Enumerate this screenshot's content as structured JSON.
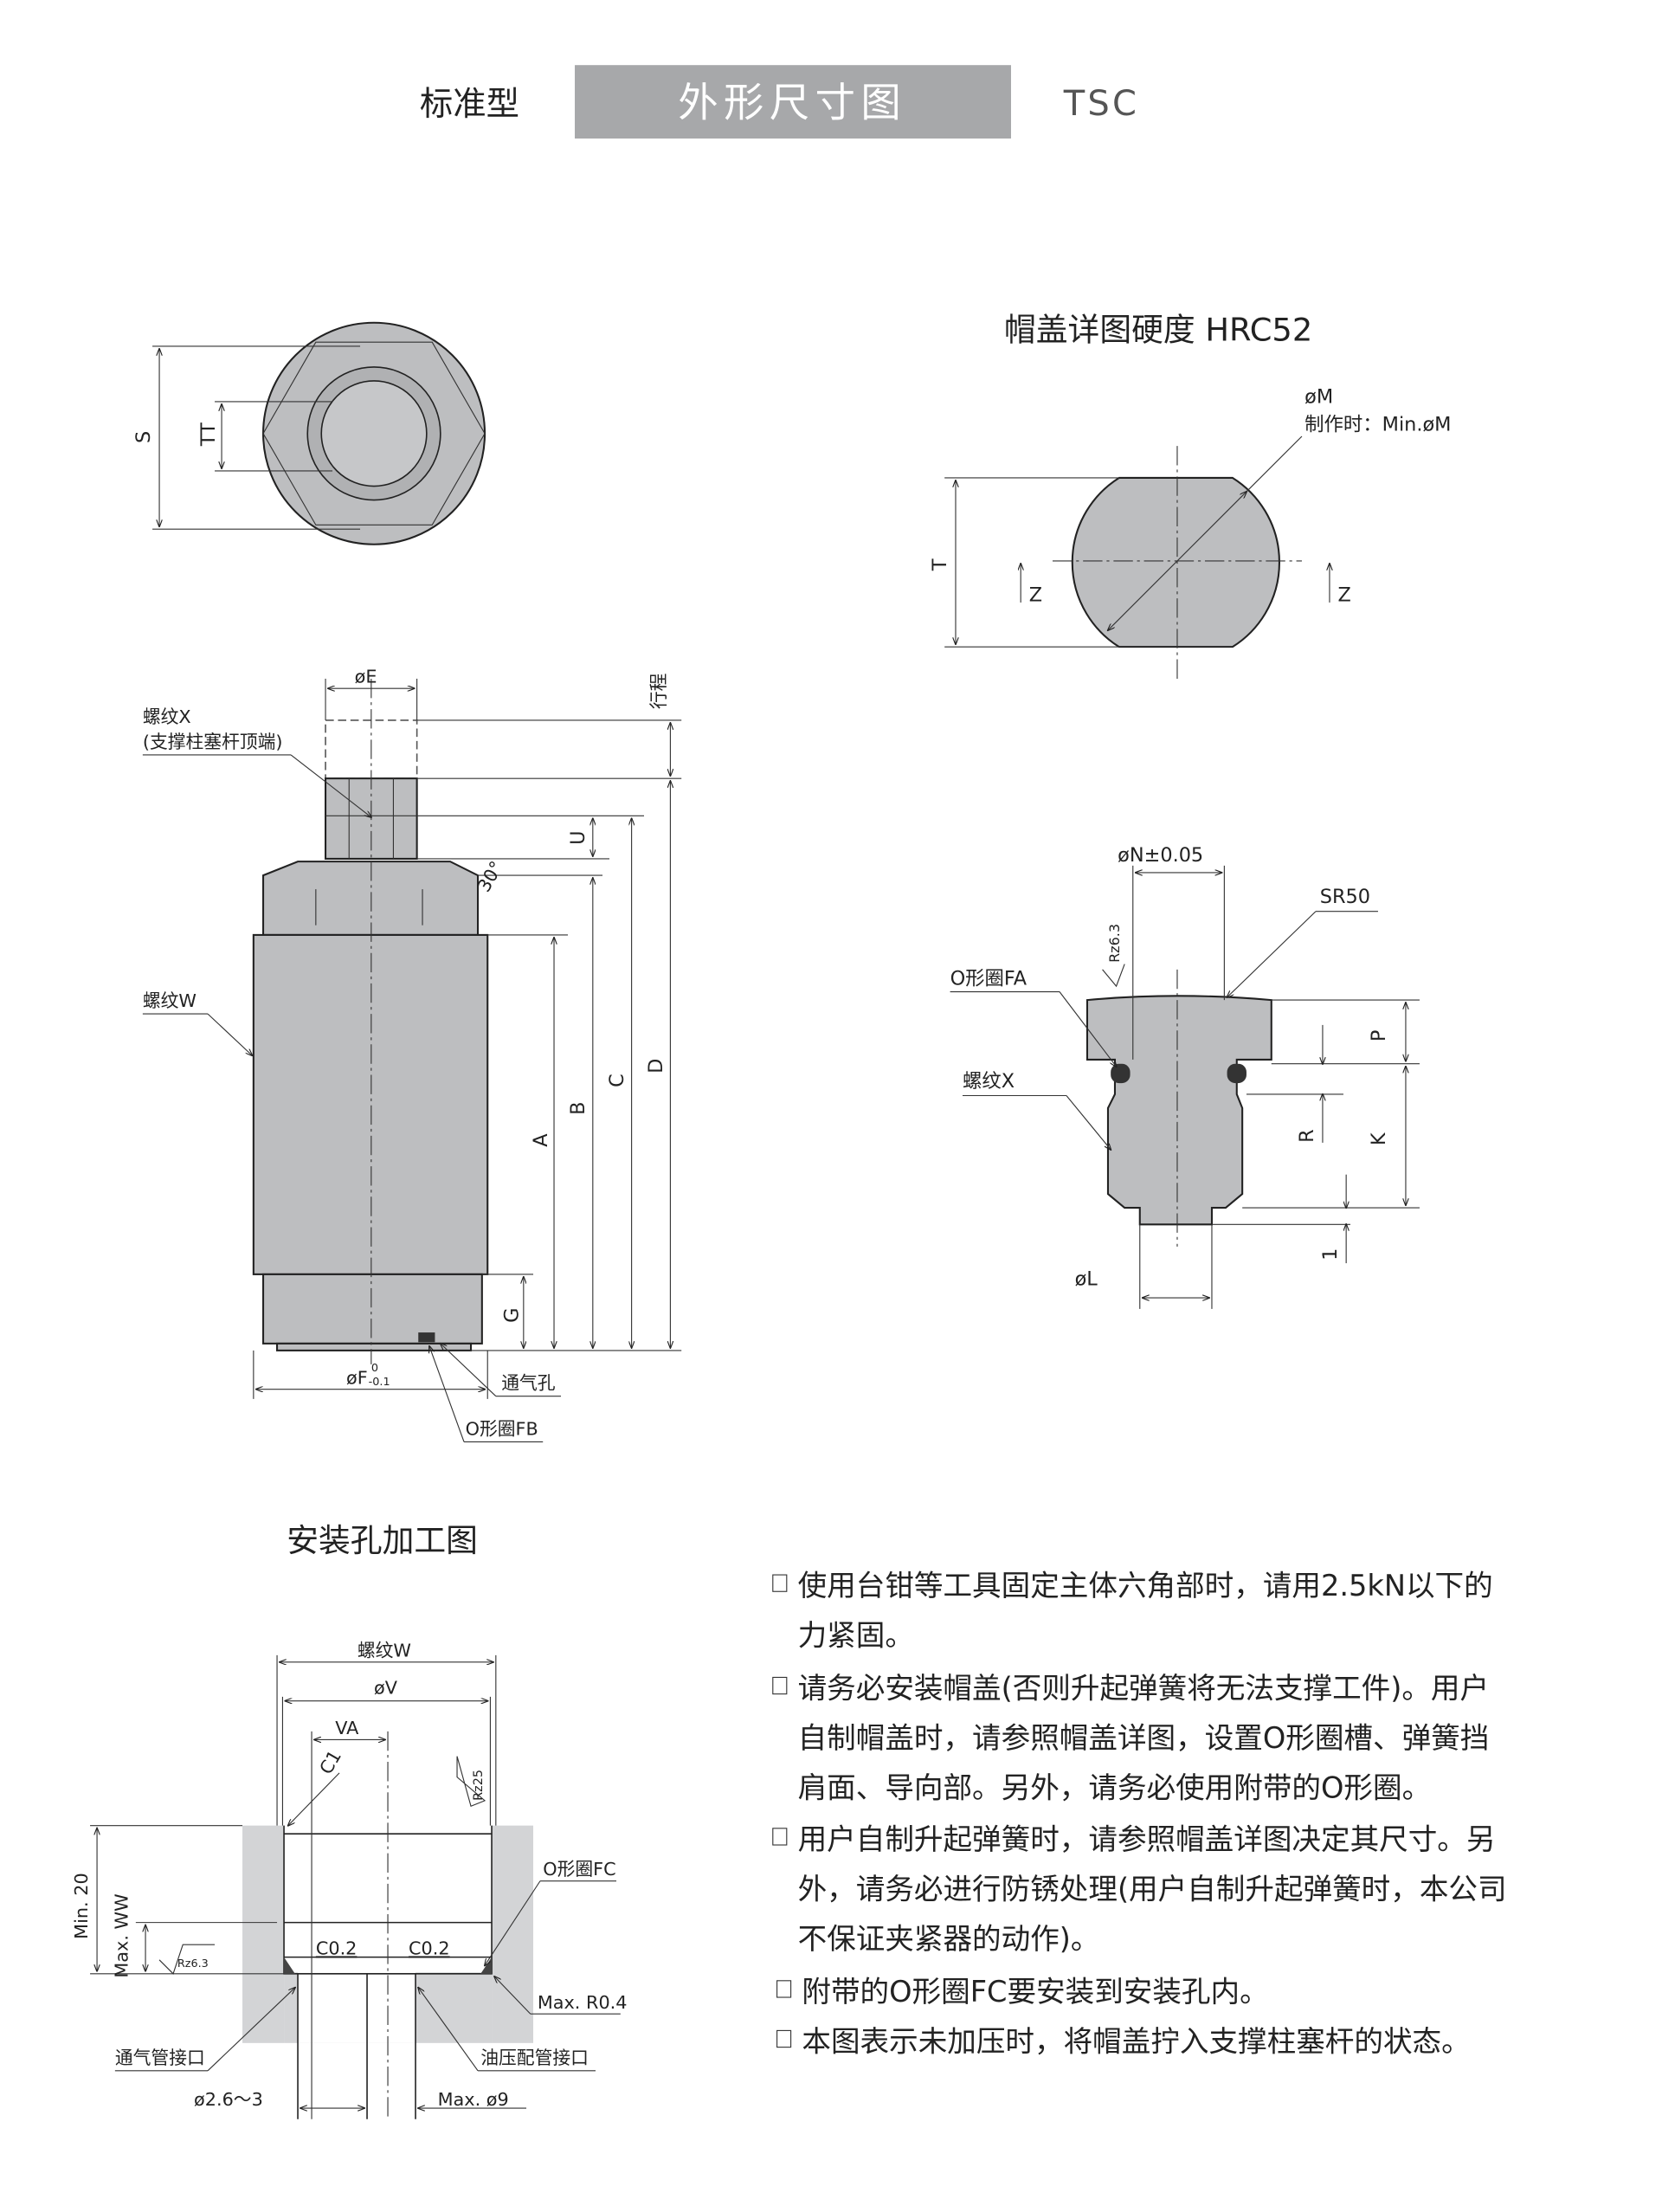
{
  "header": {
    "category": "标准型",
    "title": "外形尺寸图",
    "model": "TSC",
    "title_bg": "#a7a8aa"
  },
  "top_view": {
    "dim_s": "S",
    "dim_tt": "TT"
  },
  "side_view": {
    "dim_e": "øE",
    "stroke_label": "行程",
    "thread_x": "螺纹X",
    "thread_x_note": "(支撑柱塞杆顶端)",
    "thread_w": "螺纹W",
    "angle": "30°",
    "dim_u": "U",
    "dim_a": "A",
    "dim_b": "B",
    "dim_c": "C",
    "dim_d": "D",
    "dim_g": "G",
    "dim_f": "øF",
    "dim_f_tol_upper": "0",
    "dim_f_tol_lower": "-0.1",
    "vent": "通气孔",
    "oring_fb": "O形圈FB"
  },
  "cap_detail": {
    "title": "帽盖详图硬度 HRC52",
    "dim_m": "øM",
    "dim_m_note": "制作时：Min.øM",
    "dim_t": "T",
    "z_left": "Z",
    "z_right": "Z"
  },
  "cap_section": {
    "dim_n": "øN±0.05",
    "sr": "SR50",
    "rz": "Rz6.3",
    "oring_fa": "O形圈FA",
    "thread_x": "螺纹X",
    "dim_p": "P",
    "dim_r": "R",
    "dim_k": "K",
    "dim_1": "1",
    "dim_l": "øL"
  },
  "mount": {
    "title": "安装孔加工图",
    "thread_w": "螺纹W",
    "dim_v": "øV",
    "dim_va": "VA",
    "c1": "C1",
    "rz25": "Rz25",
    "min20": "Min. 20",
    "max_ww": "Max. WW",
    "rz63": "Rz6.3",
    "c02a": "C0.2",
    "c02b": "C0.2",
    "oring_fc": "O形圈FC",
    "max_r": "Max. R0.4",
    "vent_port": "通气管接口",
    "oil_port": "油压配管接口",
    "dia_vent": "ø2.6～3",
    "dia_oil": "Max. ø9"
  },
  "notes": [
    {
      "lines": [
        "使用台钳等工具固定主体六角部时，请用2.5kN以下的",
        "力紧固。"
      ]
    },
    {
      "lines": [
        "请务必安装帽盖(否则升起弹簧将无法支撑工件)。用户",
        "自制帽盖时，请参照帽盖详图，设置O形圈槽、弹簧挡",
        "肩面、导向部。另外，请务必使用附带的O形圈。"
      ]
    },
    {
      "lines": [
        "用户自制升起弹簧时，请参照帽盖详图决定其尺寸。另",
        "外，请务必进行防锈处理(用户自制升起弹簧时，本公司",
        "不保证夹紧器的动作)。"
      ]
    },
    {
      "lines": [
        "附带的O形圈FC要安装到安装孔内。"
      ]
    },
    {
      "lines": [
        "本图表示未加压时，将帽盖拧入支撑柱塞杆的状态。"
      ]
    }
  ]
}
